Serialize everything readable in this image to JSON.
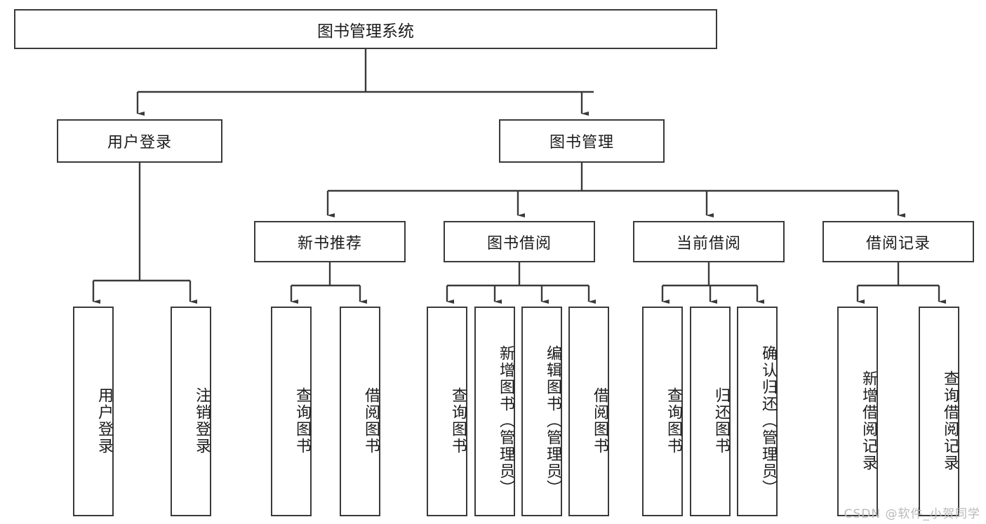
{
  "diagram": {
    "type": "tree-hierarchy",
    "title": "图书管理系统",
    "watermark": "CSDN @软件_小贺同学",
    "colors": {
      "box_border": "#3a3a3a",
      "box_fill": "#ffffff",
      "connector": "#3a3a3a",
      "text": "#1c1c1c",
      "watermark": "#b9b9b9"
    },
    "root": {
      "label": "图书管理系统"
    },
    "level2": [
      {
        "label": "用户登录"
      },
      {
        "label": "图书管理"
      }
    ],
    "level3": [
      {
        "label": "新书推荐"
      },
      {
        "label": "图书借阅"
      },
      {
        "label": "当前借阅"
      },
      {
        "label": "借阅记录"
      }
    ],
    "leaves": {
      "user_login": [
        {
          "label": "用户登录"
        },
        {
          "label": "注销登录"
        }
      ],
      "new_book_recommend": [
        {
          "label": "查询图书"
        },
        {
          "label": "借阅图书"
        }
      ],
      "book_borrow": [
        {
          "label": "查询图书"
        },
        {
          "label": "新增图书（管理员）"
        },
        {
          "label": "编辑图书（管理员）"
        },
        {
          "label": "借阅图书"
        }
      ],
      "current_borrow": [
        {
          "label": "查询图书"
        },
        {
          "label": "归还图书"
        },
        {
          "label": "确认归还（管理员）"
        }
      ],
      "borrow_records": [
        {
          "label": "新增借阅记录"
        },
        {
          "label": "查询借阅记录"
        }
      ]
    }
  }
}
